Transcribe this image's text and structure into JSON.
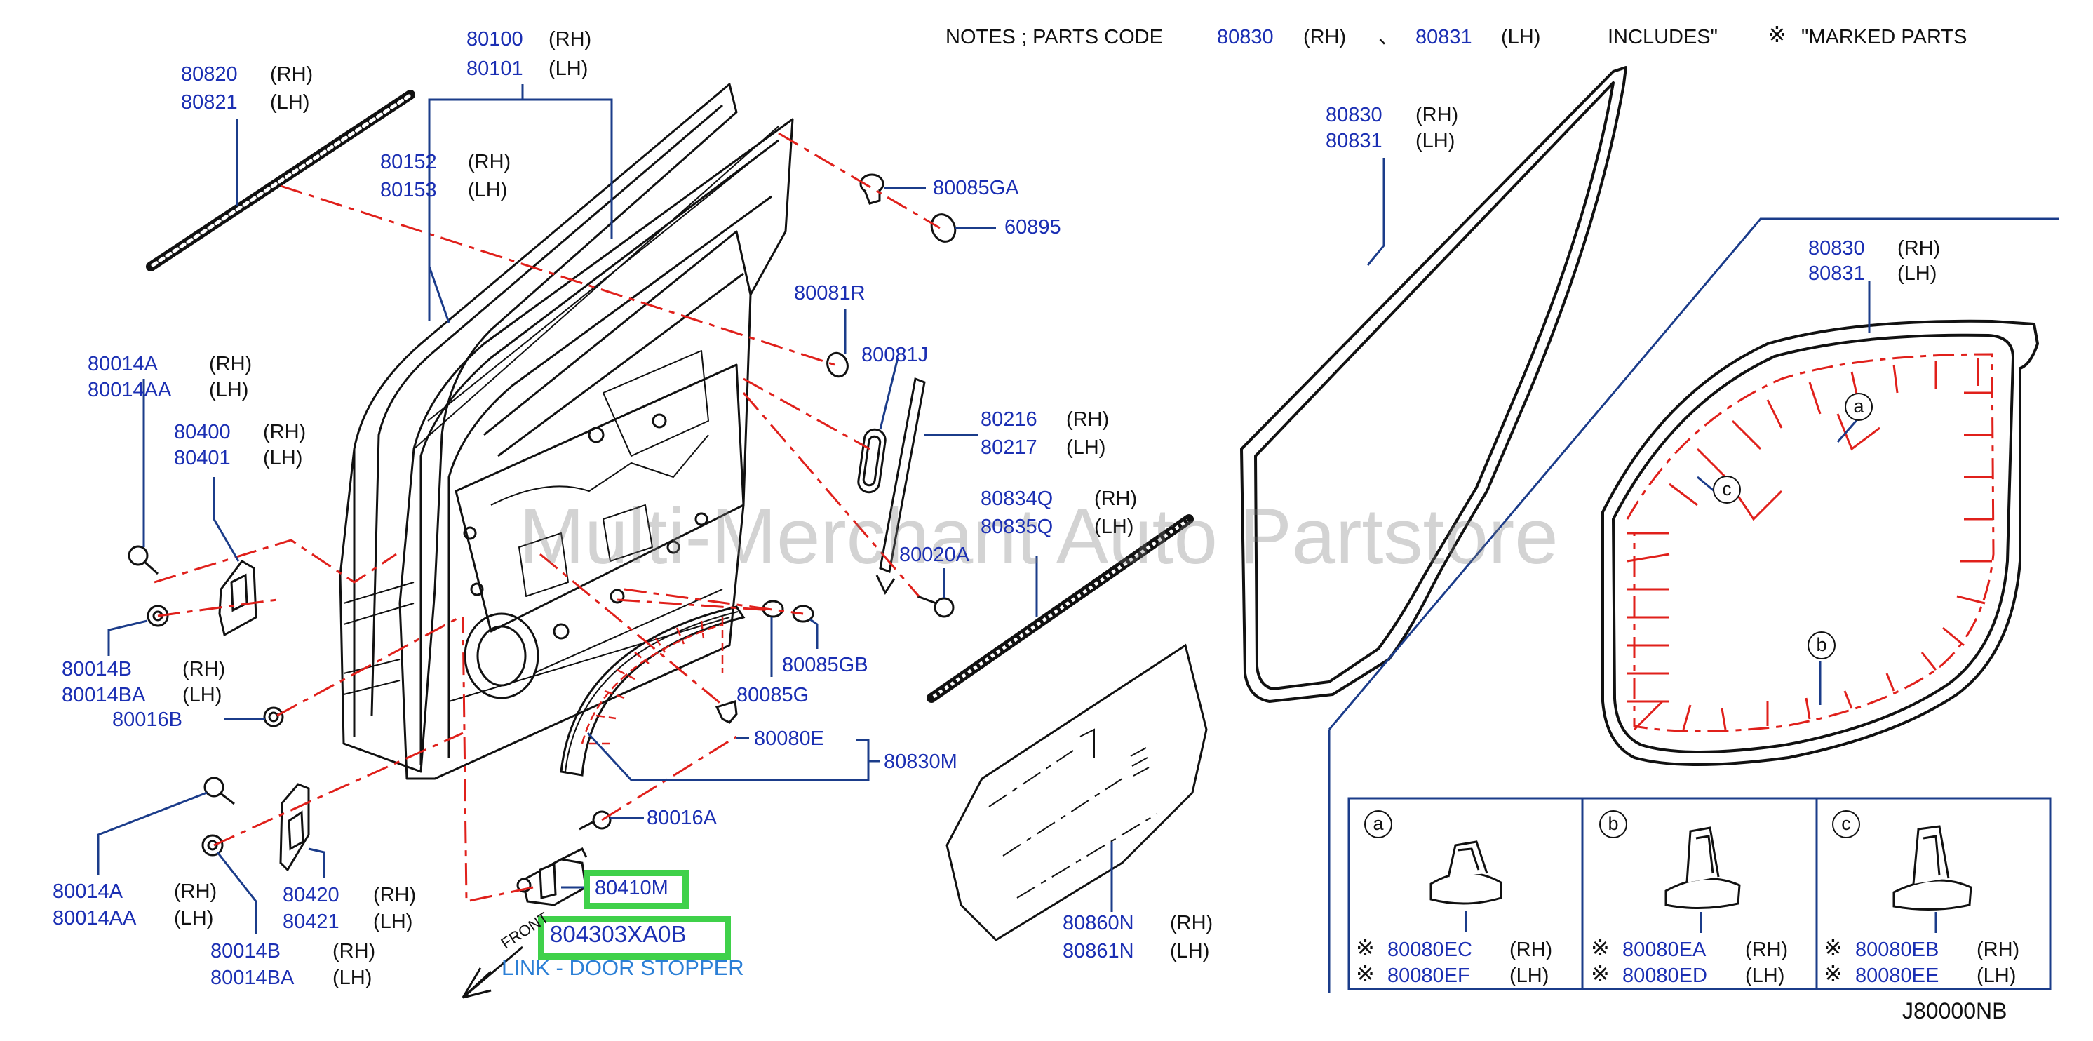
{
  "notes": {
    "text_prefix": "NOTES ; PARTS CODE",
    "code_rh": "80830",
    "rh": "(RH)",
    "sep": "、",
    "code_lh": "80831",
    "lh": "(LH)",
    "includes": "INCLUDES\"",
    "mark": "※",
    "marked": "\"MARKED PARTS"
  },
  "parts": [
    {
      "id": "p80820",
      "code": "80820",
      "side": "(RH)"
    },
    {
      "id": "p80821",
      "code": "80821",
      "side": "(LH)"
    },
    {
      "id": "p80100",
      "code": "80100",
      "side": "(RH)"
    },
    {
      "id": "p80101",
      "code": "80101",
      "side": "(LH)"
    },
    {
      "id": "p80152",
      "code": "80152",
      "side": "(RH)"
    },
    {
      "id": "p80153",
      "code": "80153",
      "side": "(LH)"
    },
    {
      "id": "p80085GA",
      "code": "80085GA",
      "side": ""
    },
    {
      "id": "p60895",
      "code": "60895",
      "side": ""
    },
    {
      "id": "p80081R",
      "code": "80081R",
      "side": ""
    },
    {
      "id": "p80081J",
      "code": "80081J",
      "side": ""
    },
    {
      "id": "p80216",
      "code": "80216",
      "side": "(RH)"
    },
    {
      "id": "p80217",
      "code": "80217",
      "side": "(LH)"
    },
    {
      "id": "p80014A_t",
      "code": "80014A",
      "side": "(RH)"
    },
    {
      "id": "p80014AA_t",
      "code": "80014AA",
      "side": "(LH)"
    },
    {
      "id": "p80400",
      "code": "80400",
      "side": "(RH)"
    },
    {
      "id": "p80401",
      "code": "80401",
      "side": "(LH)"
    },
    {
      "id": "p80834Q",
      "code": "80834Q",
      "side": "(RH)"
    },
    {
      "id": "p80835Q",
      "code": "80835Q",
      "side": "(LH)"
    },
    {
      "id": "p80020A",
      "code": "80020A",
      "side": ""
    },
    {
      "id": "p80014B_t",
      "code": "80014B",
      "side": "(RH)"
    },
    {
      "id": "p80014BA_t",
      "code": "80014BA",
      "side": "(LH)"
    },
    {
      "id": "p80085GB",
      "code": "80085GB",
      "side": ""
    },
    {
      "id": "p80085G",
      "code": "80085G",
      "side": ""
    },
    {
      "id": "p80016B",
      "code": "80016B",
      "side": ""
    },
    {
      "id": "p80080E",
      "code": "80080E",
      "side": ""
    },
    {
      "id": "p80830M",
      "code": "80830M",
      "side": ""
    },
    {
      "id": "p80016A",
      "code": "80016A",
      "side": ""
    },
    {
      "id": "p80014A_b",
      "code": "80014A",
      "side": "(RH)"
    },
    {
      "id": "p80014AA_b",
      "code": "80014AA",
      "side": "(LH)"
    },
    {
      "id": "p80420",
      "code": "80420",
      "side": "(RH)"
    },
    {
      "id": "p80421",
      "code": "80421",
      "side": "(LH)"
    },
    {
      "id": "p80014B_b",
      "code": "80014B",
      "side": "(RH)"
    },
    {
      "id": "p80014BA_b",
      "code": "80014BA",
      "side": "(LH)"
    },
    {
      "id": "p80860N",
      "code": "80860N",
      "side": "(RH)"
    },
    {
      "id": "p80861N",
      "code": "80861N",
      "side": "(LH)"
    },
    {
      "id": "p80830_a",
      "code": "80830",
      "side": "(RH)"
    },
    {
      "id": "p80831_a",
      "code": "80831",
      "side": "(LH)"
    },
    {
      "id": "p80830_b",
      "code": "80830",
      "side": "(RH)"
    },
    {
      "id": "p80831_b",
      "code": "80831",
      "side": "(LH)"
    }
  ],
  "highlight": {
    "code_80410M": "80410M",
    "code_main": "804303XA0B",
    "description": "LINK - DOOR STOPPER",
    "front": "FRONT"
  },
  "callouts": [
    "a",
    "b",
    "c"
  ],
  "detail_boxes": [
    {
      "letter": "a",
      "mark": "※",
      "code_rh": "80080EC",
      "rh": "(RH)",
      "code_lh": "80080EF",
      "lh": "(LH)"
    },
    {
      "letter": "b",
      "mark": "※",
      "code_rh": "80080EA",
      "rh": "(RH)",
      "code_lh": "80080ED",
      "lh": "(LH)"
    },
    {
      "letter": "c",
      "mark": "※",
      "code_rh": "80080EB",
      "rh": "(RH)",
      "code_lh": "80080EE",
      "lh": "(LH)"
    }
  ],
  "watermark": "Multi-Merchant Auto Partstore",
  "diagram_ref": "J80000NB",
  "colors": {
    "code": "#1b2fb3",
    "leader": "#1b3c8a",
    "dash": "#e0201b",
    "highlight": "#3fd14a",
    "description": "#2b7fd6"
  }
}
